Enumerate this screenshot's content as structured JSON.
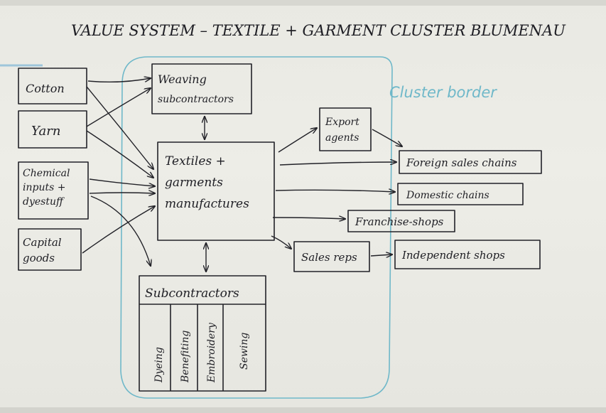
{
  "title": "VALUE SYSTEM – TEXTILE + GARMENT CLUSTER BLUMENAU",
  "cluster_label": "Cluster border",
  "inputs": {
    "cotton": "Cotton",
    "yarn": "Yarn",
    "chemical": [
      "Chemical",
      "inputs +",
      "dyestuff"
    ],
    "capital": [
      "Capital",
      "goods"
    ]
  },
  "center": {
    "weaving": [
      "Weaving",
      "subcontractors"
    ],
    "manufacturers": [
      "Textiles +",
      "garments",
      "manufactures"
    ],
    "subcontractors": "Subcontractors",
    "sub_columns": [
      "Dyeing",
      "Benefiting",
      "Embroidery",
      "Sewing"
    ]
  },
  "outputs": {
    "export_agents": [
      "Export",
      "agents"
    ],
    "foreign": "Foreign sales chains",
    "domestic": "Domestic chains",
    "franchise": "Franchise-shops",
    "sales_reps": "Sales reps",
    "independent": "Independent shops"
  },
  "colors": {
    "ink": "#222228",
    "cluster": "#6fb8c9",
    "paper": "#ececE6",
    "margin_blue": "#9ec6da"
  }
}
